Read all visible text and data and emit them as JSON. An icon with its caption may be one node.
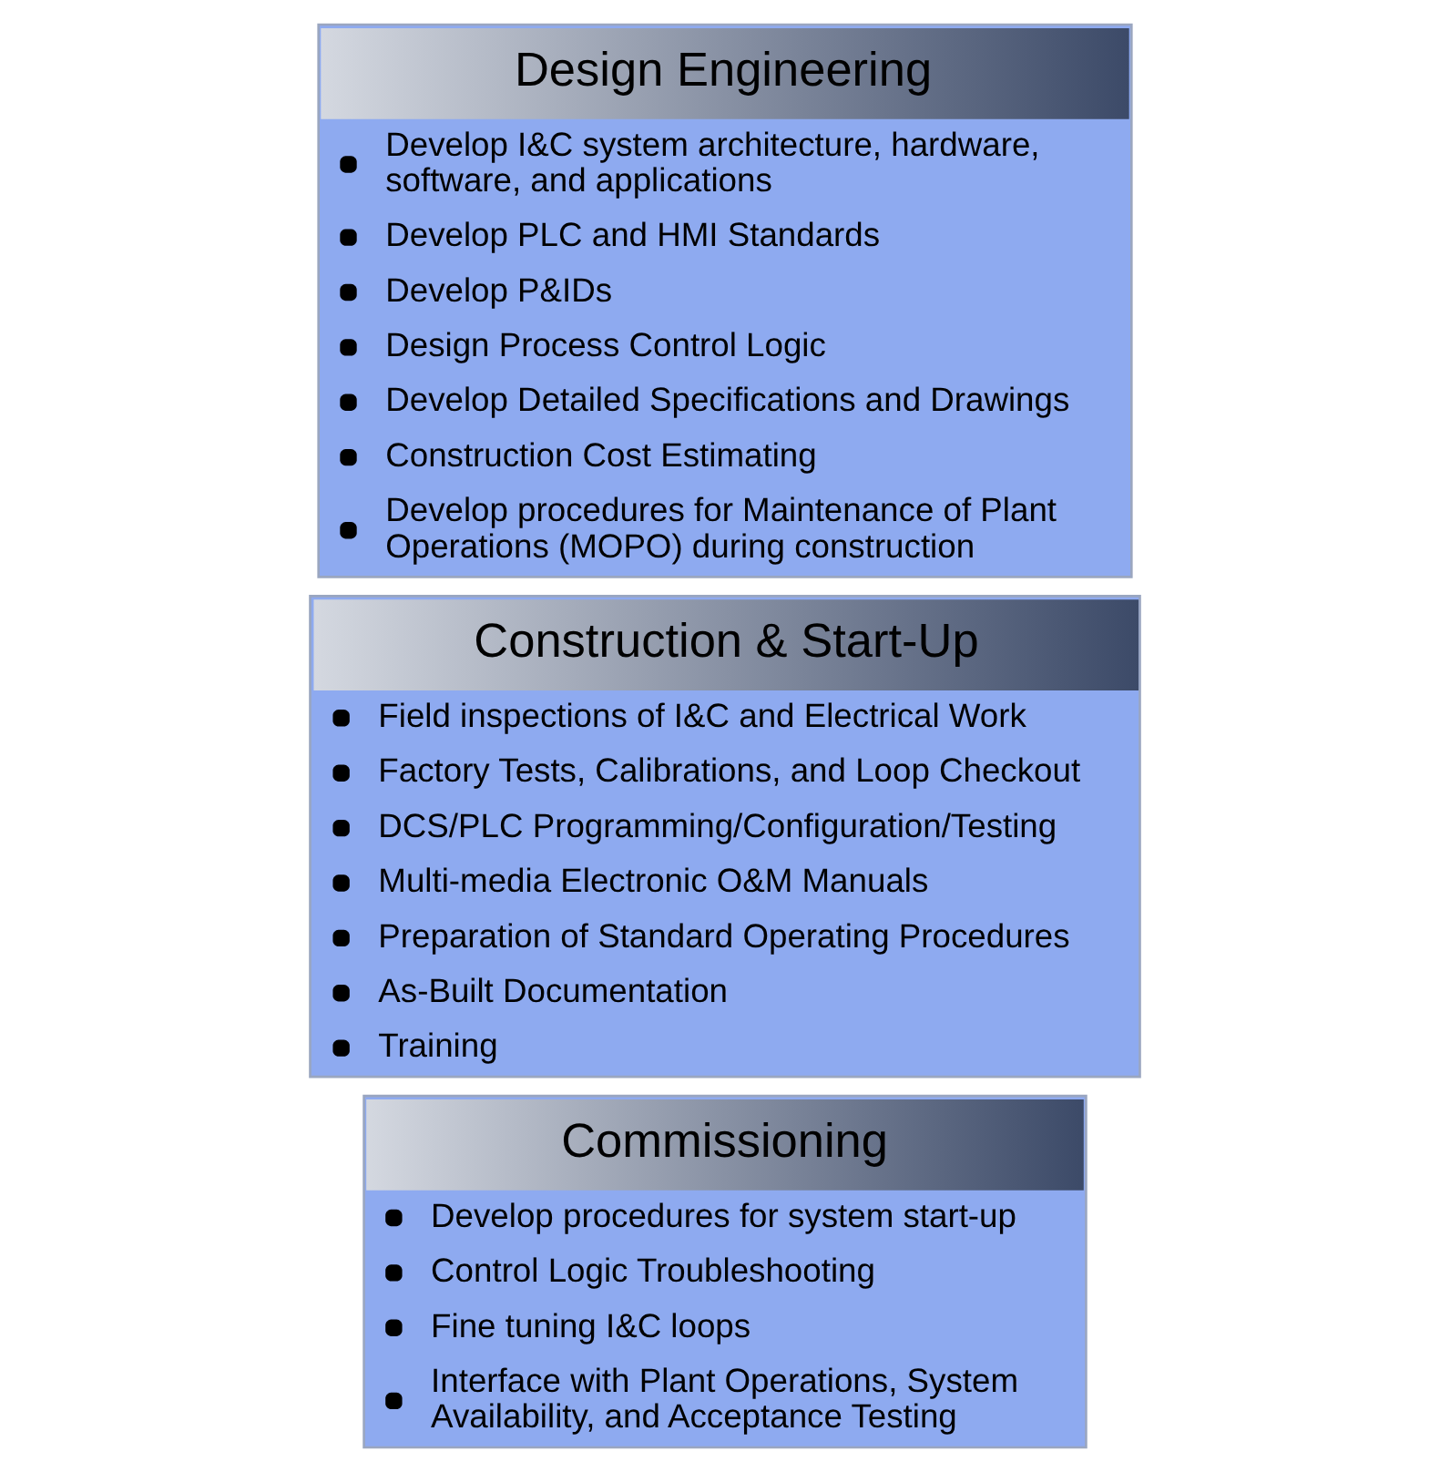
{
  "diagram": {
    "nodes": [
      {
        "text": [
          "Design Engineering",
          "Develop I&C system architecture, hardware, software, and applications",
          "Develop PLC and HMI Standards",
          "Develop P&IDs",
          "Design Process Control Logic",
          "Develop Detailed Specifications and Drawings",
          "Construction Cost Estimating",
          "Develop procedures for Maintenance of Plant Operations (MOPO) during construction"
        ]
      },
      {
        "text": [
          "Construction & Start-Up",
          "Field inspections of I&C and Electrical Work",
          "Factory Tests, Calibrations, and Loop Checkout",
          "DCS/PLC Programming/Configuration/Testing",
          "Multi-media Electronic O&M Manuals",
          "Preparation of Standard Operating Procedures",
          "As-Built Documentation",
          "Training"
        ]
      },
      {
        "text": [
          "Commissioning",
          "Develop procedures for system start-up",
          "Control Logic Troubleshooting",
          "Fine tuning I&C loops",
          "Interface with Plant Operations, System Availability, and Acceptance Testing"
        ]
      }
    ],
    "edges": []
  }
}
